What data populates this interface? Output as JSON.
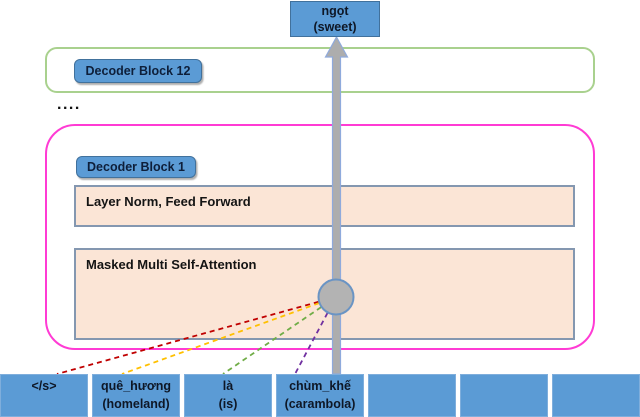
{
  "output_token": {
    "word": "ngọt",
    "gloss": "(sweet)"
  },
  "decoder_block_12_label": "Decoder Block 12",
  "ellipsis": "....",
  "decoder_block_1_label": "Decoder Block 1",
  "layer_norm_label": "Layer Norm, Feed Forward",
  "attention_label": "Masked Multi Self-Attention",
  "input_tokens": [
    {
      "word": "</s>",
      "gloss": ""
    },
    {
      "word": "quê_hương",
      "gloss": "(homeland)"
    },
    {
      "word": "là",
      "gloss": "(is)"
    },
    {
      "word": "chùm_khế",
      "gloss": "(carambola)"
    },
    {
      "word": "",
      "gloss": ""
    },
    {
      "word": "",
      "gloss": ""
    },
    {
      "word": "",
      "gloss": ""
    }
  ],
  "attention_links": [
    {
      "target": "</s>",
      "color": "#C00000"
    },
    {
      "target": "quê_hương",
      "color": "#FFC000"
    },
    {
      "target": "là",
      "color": "#70AD47"
    },
    {
      "target": "chùm_khế",
      "color": "#7030A0"
    }
  ],
  "colors": {
    "token_fill": "#5B9BD5",
    "token_border": "#41719C",
    "inner_box_fill": "#FBE5D6",
    "inner_box_border": "#8497B0",
    "block12_container_border": "#A9D18E",
    "block1_container_border": "#FF3BD4",
    "arrow_fill": "#ADADAD",
    "arrow_outline": "#8FAADC",
    "attention_node_fill": "#B3B3B3",
    "attention_node_border": "#6A94C4"
  }
}
